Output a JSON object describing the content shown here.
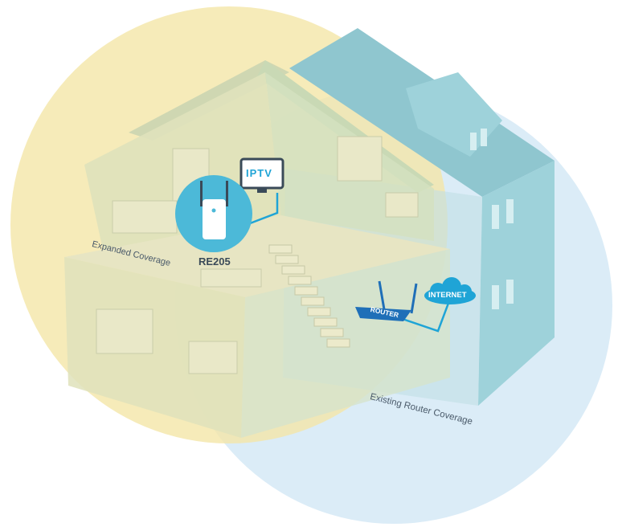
{
  "labels": {
    "expanded_coverage": "Expanded Coverage",
    "existing_router_coverage": "Existing Router Coverage",
    "device": "RE205",
    "iptv": "IPTV",
    "internet": "INTERNET",
    "router": "ROUTER"
  },
  "colors": {
    "expanded_zone": "#f4e6a8",
    "existing_zone": "#cfe6f4",
    "house": "#8fc6cf",
    "accent": "#1fa4d6",
    "device_badge": "#4cb9d8"
  },
  "icons": [
    "extender-icon",
    "tv-icon",
    "router-icon",
    "cloud-icon"
  ]
}
